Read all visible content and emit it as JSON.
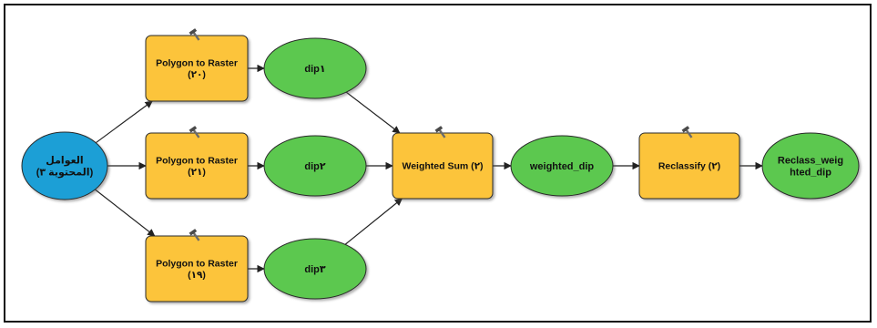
{
  "colors": {
    "input": "#1a9fd6",
    "tool": "#fcc43a",
    "data": "#5cc84f",
    "outline": "#2a2a2a",
    "connector": "#222222"
  },
  "icons": {
    "tool": "hammer-icon"
  },
  "nodes": [
    {
      "id": "input",
      "kind": "input",
      "lines": [
        "العوامل",
        "(المحتوية ٣)"
      ]
    },
    {
      "id": "p2r-1",
      "kind": "tool",
      "lines": [
        "Polygon to Raster",
        "(٢٠)"
      ]
    },
    {
      "id": "p2r-2",
      "kind": "tool",
      "lines": [
        "Polygon to Raster",
        "(٢١)"
      ]
    },
    {
      "id": "p2r-3",
      "kind": "tool",
      "lines": [
        "Polygon to Raster",
        "(١٩)"
      ]
    },
    {
      "id": "dip1",
      "kind": "data",
      "lines": [
        "dip١"
      ]
    },
    {
      "id": "dip2",
      "kind": "data",
      "lines": [
        "dip٢"
      ]
    },
    {
      "id": "dip3",
      "kind": "data",
      "lines": [
        "dip٣"
      ]
    },
    {
      "id": "wsum",
      "kind": "tool",
      "lines": [
        "Weighted Sum (٢)"
      ]
    },
    {
      "id": "weighted-dip",
      "kind": "data",
      "lines": [
        "weighted_dip"
      ]
    },
    {
      "id": "reclassify",
      "kind": "tool",
      "lines": [
        "Reclassify (٢)"
      ]
    },
    {
      "id": "reclass-out",
      "kind": "data",
      "lines": [
        "Reclass_weig",
        "hted_dip"
      ]
    }
  ],
  "edges": [
    [
      "input",
      "p2r-1"
    ],
    [
      "input",
      "p2r-2"
    ],
    [
      "input",
      "p2r-3"
    ],
    [
      "p2r-1",
      "dip1"
    ],
    [
      "p2r-2",
      "dip2"
    ],
    [
      "p2r-3",
      "dip3"
    ],
    [
      "dip1",
      "wsum"
    ],
    [
      "dip2",
      "wsum"
    ],
    [
      "dip3",
      "wsum"
    ],
    [
      "wsum",
      "weighted-dip"
    ],
    [
      "weighted-dip",
      "reclassify"
    ],
    [
      "reclassify",
      "reclass-out"
    ]
  ]
}
